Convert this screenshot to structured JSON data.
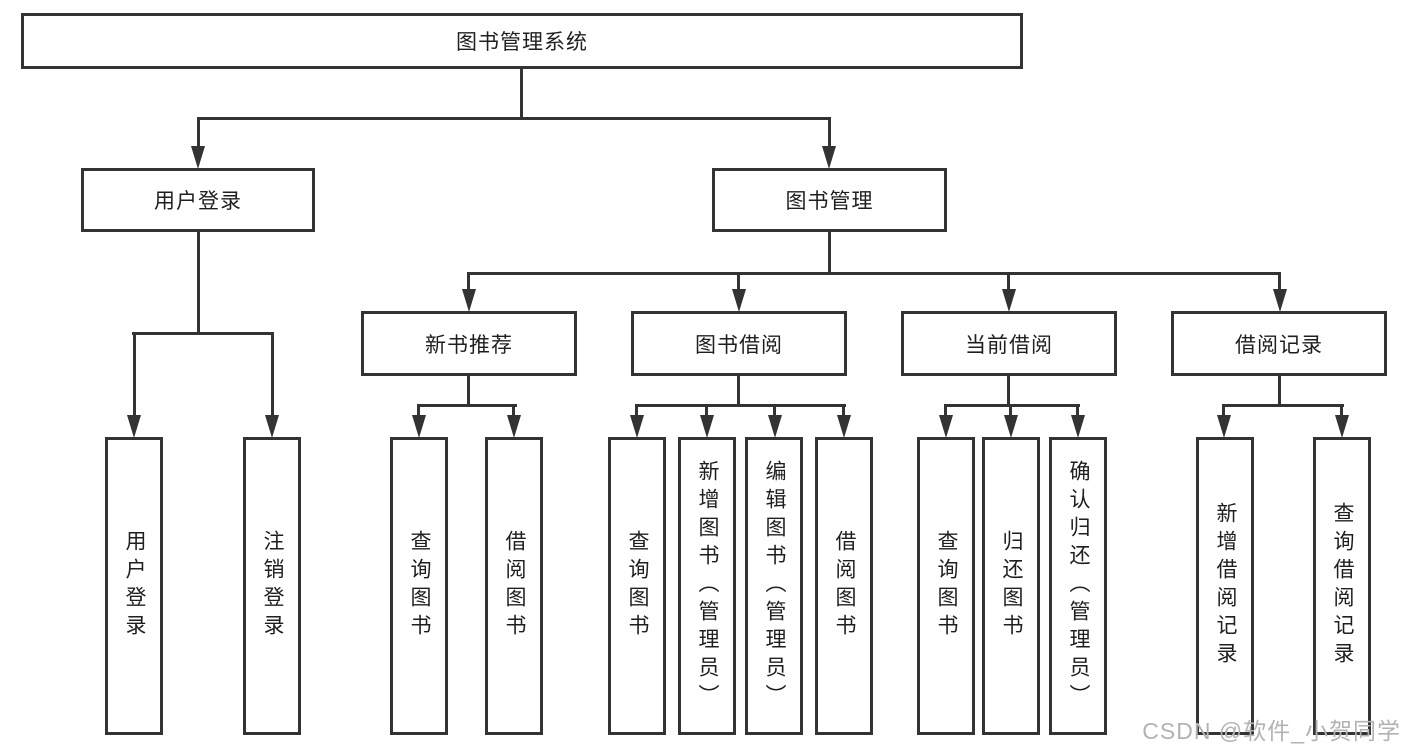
{
  "diagram": {
    "title": "图书管理系统",
    "branches": {
      "user_login": {
        "label": "用户登录",
        "children": [
          "用户登录",
          "注销登录"
        ]
      },
      "book_management": {
        "label": "图书管理",
        "sections": {
          "new_book": {
            "label": "新书推荐",
            "children": [
              "查询图书",
              "借阅图书"
            ]
          },
          "borrow": {
            "label": "图书借阅",
            "children": [
              "查询图书",
              "新增图书（管理员）",
              "编辑图书（管理员）",
              "借阅图书"
            ]
          },
          "current": {
            "label": "当前借阅",
            "children": [
              "查询图书",
              "归还图书",
              "确认归还（管理员）"
            ]
          },
          "records": {
            "label": "借阅记录",
            "children": [
              "新增借阅记录",
              "查询借阅记录"
            ]
          }
        }
      }
    },
    "watermark": "CSDN @软件_小贺同学",
    "colors": {
      "line": "#333333",
      "text": "#1f1f1f",
      "watermark": "#b3b3b3",
      "background": "#ffffff"
    }
  }
}
